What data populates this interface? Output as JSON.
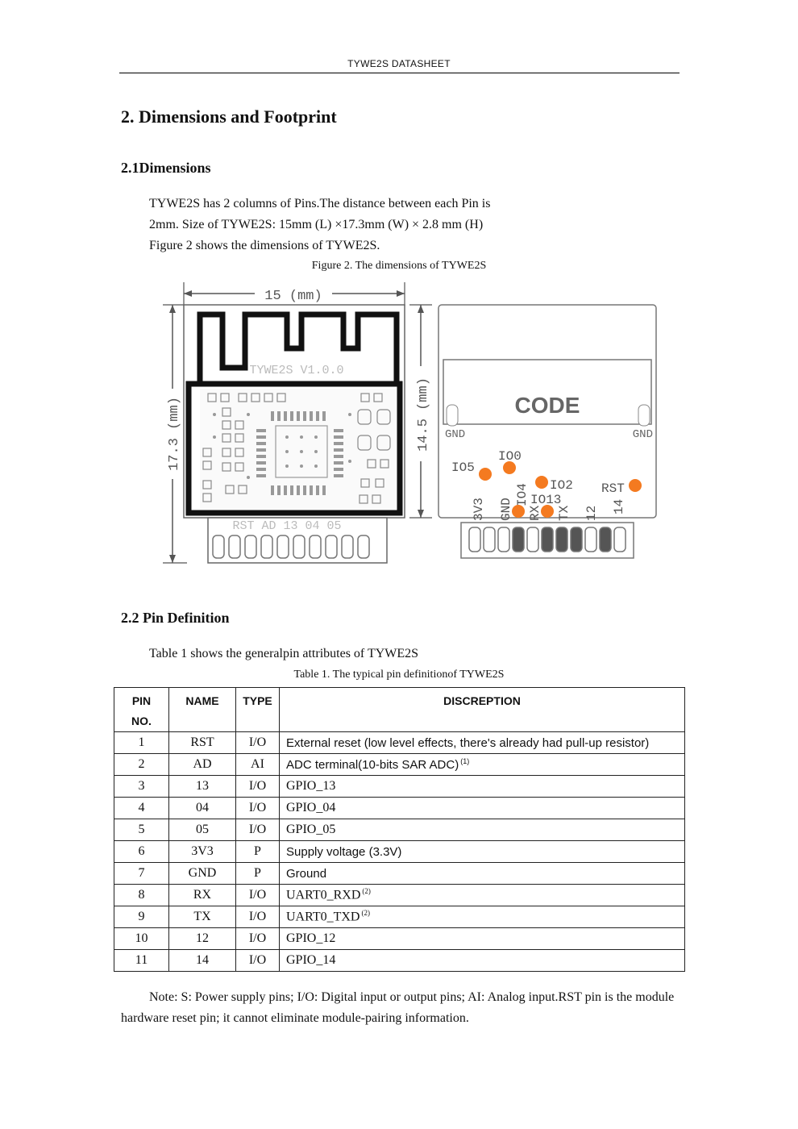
{
  "header": {
    "title": "TYWE2S DATASHEET"
  },
  "section": {
    "title": "2. Dimensions and Footprint"
  },
  "dimensions": {
    "title": "2.1Dimensions",
    "paragraph_lines": [
      "TYWE2S has 2 columns of Pins.The distance between each Pin is",
      "2mm. Size of TYWE2S: 15mm (L) ×17.3mm (W) × 2.8 mm (H)",
      "Figure 2 shows the dimensions of TYWE2S."
    ],
    "figure_caption": "Figure 2. The dimensions of TYWE2S"
  },
  "figure": {
    "width_label": "15 (mm)",
    "height_label": "17.3 (mm)",
    "inner_height_label": "14.5 (mm)",
    "board_label": "TYWE2S V1.0.0",
    "bottom_pin_labels": "RST AD 13 04 05",
    "code_label": "CODE",
    "gnd_left": "GND",
    "gnd_right": "GND",
    "pad_labels": [
      "IO5",
      "IO0",
      "IO2",
      "RST",
      "IO4",
      "IO13"
    ],
    "pin_labels": [
      "3V3",
      "GND",
      "RX",
      "TX",
      "12",
      "14"
    ],
    "pad_color": "#f47a20"
  },
  "pin_definition": {
    "title": "2.2 Pin Definition",
    "intro": "Table 1 shows the generalpin attributes of TYWE2S",
    "table_caption": "Table 1. The typical pin definitionof TYWE2S",
    "columns": [
      "PIN NO.",
      "NAME",
      "TYPE",
      "DISCREPTION"
    ],
    "rows": [
      {
        "no": "1",
        "name": "RST",
        "type": "I/O",
        "desc": "External reset (low level effects, there's already had pull-up resistor)",
        "sup": ""
      },
      {
        "no": "2",
        "name": "AD",
        "type": "AI",
        "desc": "ADC terminal(10-bits SAR ADC)",
        "sup": "(1)"
      },
      {
        "no": "3",
        "name": "13",
        "type": "I/O",
        "desc": "GPIO_13",
        "sup": ""
      },
      {
        "no": "4",
        "name": "04",
        "type": "I/O",
        "desc": "GPIO_04",
        "sup": ""
      },
      {
        "no": "5",
        "name": "05",
        "type": "I/O",
        "desc": "GPIO_05",
        "sup": ""
      },
      {
        "no": "6",
        "name": "3V3",
        "type": "P",
        "desc": "Supply voltage (3.3V)",
        "sup": ""
      },
      {
        "no": "7",
        "name": "GND",
        "type": "P",
        "desc": "Ground",
        "sup": ""
      },
      {
        "no": "8",
        "name": "RX",
        "type": "I/O",
        "desc": "UART0_RXD",
        "sup": "(2)"
      },
      {
        "no": "9",
        "name": "TX",
        "type": "I/O",
        "desc": "UART0_TXD",
        "sup": "(2)"
      },
      {
        "no": "10",
        "name": "12",
        "type": "I/O",
        "desc": "GPIO_12",
        "sup": ""
      },
      {
        "no": "11",
        "name": "14",
        "type": "I/O",
        "desc": "GPIO_14",
        "sup": ""
      }
    ]
  },
  "note": "Note: S: Power supply pins; I/O: Digital input or output pins; AI: Analog input.RST pin is the module hardware reset pin; it cannot eliminate module-pairing information."
}
